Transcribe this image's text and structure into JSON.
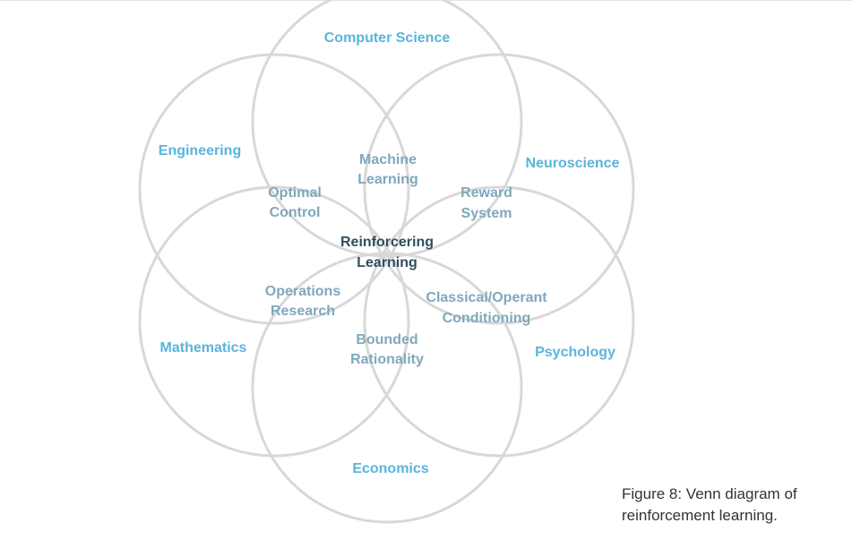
{
  "outer_labels": {
    "computer_science": "Computer Science",
    "engineering": "Engineering",
    "neuroscience": "Neuroscience",
    "mathematics": "Mathematics",
    "psychology": "Psychology",
    "economics": "Economics"
  },
  "intersection_labels": {
    "machine_learning": [
      "Machine",
      "Learning"
    ],
    "optimal_control": [
      "Optimal",
      "Control"
    ],
    "reward_system": [
      "Reward",
      "System"
    ],
    "operations_research": [
      "Operations",
      "Research"
    ],
    "classical_operant_conditioning": [
      "Classical/Operant",
      "Conditioning"
    ],
    "bounded_rationality": [
      "Bounded",
      "Rationality"
    ]
  },
  "center_label": [
    "Reinforcering",
    "Learning"
  ],
  "caption": [
    "Figure 8: Venn diagram of",
    "reinforcement learning."
  ],
  "colors": {
    "outer_label": "#5ab4dc",
    "inner_label": "#7fa8bc",
    "center_label": "#2f4f5f",
    "circle_stroke": "#d8d8d8"
  }
}
